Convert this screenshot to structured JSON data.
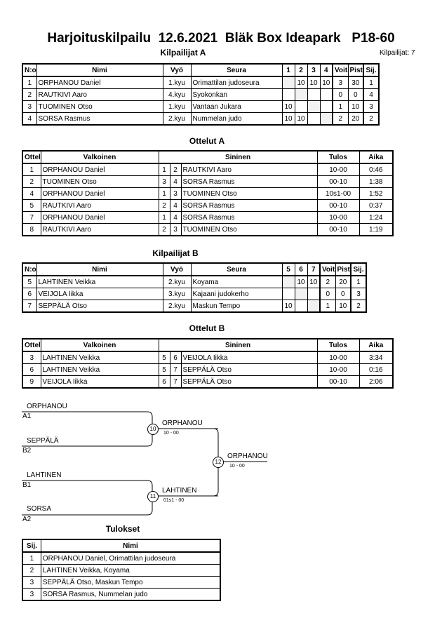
{
  "title": "Harjoituskilpailu  12.6.2021  Bläk Box Ideapark   P18-60",
  "competitors_a": {
    "heading": "Kilpailijat A",
    "count_label": "Kilpailijat: 7",
    "columns": [
      "N:o",
      "Nimi",
      "Vyö",
      "Seura",
      "1",
      "2",
      "3",
      "4",
      "Voit.",
      "Pist.",
      "Sij."
    ],
    "rows": [
      [
        "1",
        "ORPHANOU Daniel",
        "1.kyu",
        "Orimattilan judoseura",
        "",
        "10",
        "10",
        "10",
        "3",
        "30",
        "1"
      ],
      [
        "2",
        "RAUTKIVI Aaro",
        "4.kyu",
        "Syokonkan",
        "",
        "",
        "",
        "",
        "0",
        "0",
        "4"
      ],
      [
        "3",
        "TUOMINEN Otso",
        "1.kyu",
        "Vantaan Jukara",
        "10",
        "",
        "",
        "",
        "1",
        "10",
        "3"
      ],
      [
        "4",
        "SORSA Rasmus",
        "2.kyu",
        "Nummelan judo",
        "10",
        "10",
        "",
        "",
        "2",
        "20",
        "2"
      ]
    ]
  },
  "matches_a": {
    "heading": "Ottelut A",
    "columns": [
      "Ottelu",
      "Valkoinen",
      "Sininen",
      "Tulos",
      "Aika"
    ],
    "rows": [
      [
        "1",
        "ORPHANOU Daniel",
        "1",
        "2",
        "RAUTKIVI Aaro",
        "10-00",
        "0:46"
      ],
      [
        "2",
        "TUOMINEN Otso",
        "3",
        "4",
        "SORSA Rasmus",
        "00-10",
        "1:38"
      ],
      [
        "4",
        "ORPHANOU Daniel",
        "1",
        "3",
        "TUOMINEN Otso",
        "10s1-00",
        "1:52"
      ],
      [
        "5",
        "RAUTKIVI Aaro",
        "2",
        "4",
        "SORSA Rasmus",
        "00-10",
        "0:37"
      ],
      [
        "7",
        "ORPHANOU Daniel",
        "1",
        "4",
        "SORSA Rasmus",
        "10-00",
        "1:24"
      ],
      [
        "8",
        "RAUTKIVI Aaro",
        "2",
        "3",
        "TUOMINEN Otso",
        "00-10",
        "1:19"
      ]
    ]
  },
  "competitors_b": {
    "heading": "Kilpailijat B",
    "columns": [
      "N:o",
      "Nimi",
      "Vyö",
      "Seura",
      "5",
      "6",
      "7",
      "Voit.",
      "Pist.",
      "Sij."
    ],
    "rows": [
      [
        "5",
        "LAHTINEN Veikka",
        "2.kyu",
        "Koyama",
        "",
        "10",
        "10",
        "2",
        "20",
        "1"
      ],
      [
        "6",
        "VEIJOLA Iikka",
        "3.kyu",
        "Kajaani judokerho",
        "",
        "",
        "",
        "0",
        "0",
        "3"
      ],
      [
        "7",
        "SEPPÄLÄ Otso",
        "2.kyu",
        "Maskun Tempo",
        "10",
        "",
        "",
        "1",
        "10",
        "2"
      ]
    ]
  },
  "matches_b": {
    "heading": "Ottelut B",
    "columns": [
      "Ottelu",
      "Valkoinen",
      "Sininen",
      "Tulos",
      "Aika"
    ],
    "rows": [
      [
        "3",
        "LAHTINEN Veikka",
        "5",
        "6",
        "VEIJOLA Iikka",
        "10-00",
        "3:34"
      ],
      [
        "6",
        "LAHTINEN Veikka",
        "5",
        "7",
        "SEPPÄLÄ Otso",
        "10-00",
        "0:16"
      ],
      [
        "9",
        "VEIJOLA Iikka",
        "6",
        "7",
        "SEPPÄLÄ Otso",
        "00-10",
        "2:06"
      ]
    ]
  },
  "bracket": {
    "p1_name": "ORPHANOU",
    "p1_seed": "A1",
    "p2_name": "SEPPÄLÄ",
    "p2_seed": "B2",
    "p3_name": "LAHTINEN",
    "p3_seed": "B1",
    "p4_name": "SORSA",
    "p4_seed": "A2",
    "m10_num": "10",
    "m10_winner": "ORPHANOU",
    "m10_score": "10 - 00",
    "m11_num": "11",
    "m11_winner": "LAHTINEN",
    "m11_score": "01s1 - 00",
    "m12_num": "12",
    "m12_winner": "ORPHANOU",
    "m12_score": "10 - 00"
  },
  "results": {
    "heading": "Tulokset",
    "columns": [
      "Sij.",
      "Nimi"
    ],
    "rows": [
      [
        "1",
        "ORPHANOU Daniel, Orimattilan judoseura"
      ],
      [
        "2",
        "LAHTINEN Veikka, Koyama"
      ],
      [
        "3",
        "SEPPÄLÄ Otso, Maskun Tempo"
      ],
      [
        "3",
        "SORSA Rasmus, Nummelan judo"
      ]
    ]
  }
}
